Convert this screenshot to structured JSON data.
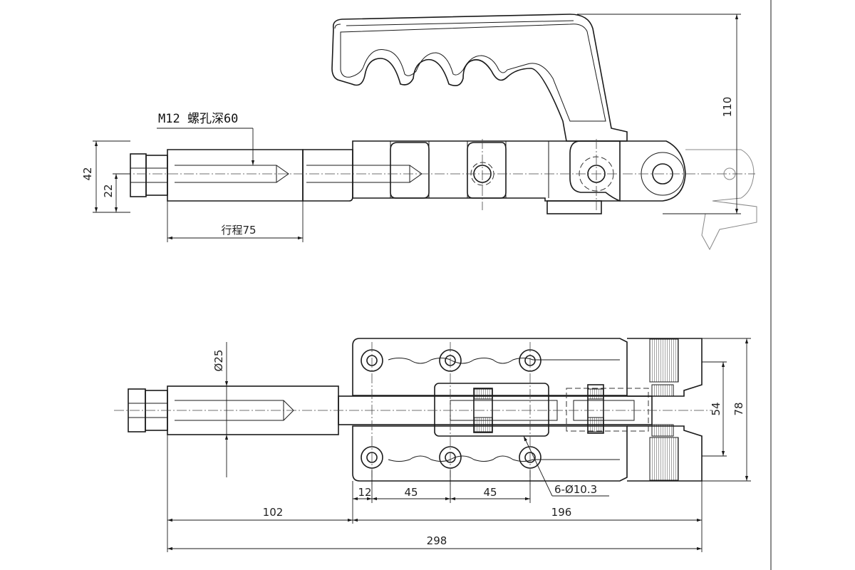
{
  "labels": {
    "thread_note": "M12 螺孔深60",
    "stroke": "行程75",
    "dim_42": "42",
    "dim_22": "22",
    "dim_110": "110",
    "dim_d25": "Ø25",
    "dim_54": "54",
    "dim_78": "78",
    "dim_12": "12",
    "dim_45a": "45",
    "dim_45b": "45",
    "dim_holes": "6-Ø10.3",
    "dim_102": "102",
    "dim_196": "196",
    "dim_298": "298"
  },
  "colors": {
    "line": "#1a1a1a",
    "background": "#ffffff",
    "phantom": "#888888"
  }
}
